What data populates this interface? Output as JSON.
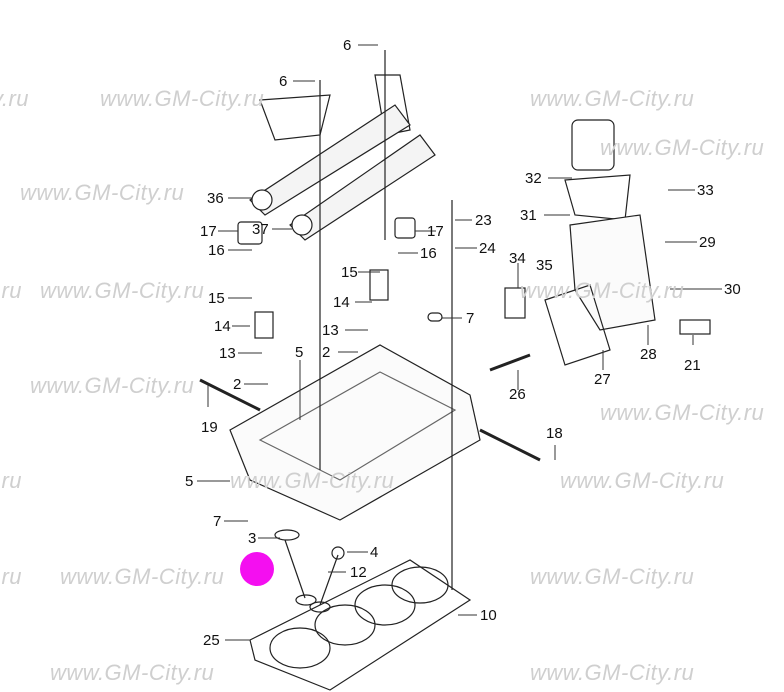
{
  "watermark": "www.GM-City.ru",
  "watermark_partial_left": "y.ru",
  "marker_color": "#f40ff0",
  "callouts": [
    "6",
    "6",
    "36",
    "37",
    "17",
    "16",
    "15",
    "14",
    "13",
    "2",
    "5",
    "19",
    "5",
    "7",
    "3",
    "4",
    "12",
    "25",
    "10",
    "17",
    "16",
    "15",
    "14",
    "13",
    "2",
    "7",
    "23",
    "24",
    "34",
    "35",
    "32",
    "33",
    "31",
    "29",
    "30",
    "21",
    "28",
    "27",
    "26",
    "18"
  ]
}
